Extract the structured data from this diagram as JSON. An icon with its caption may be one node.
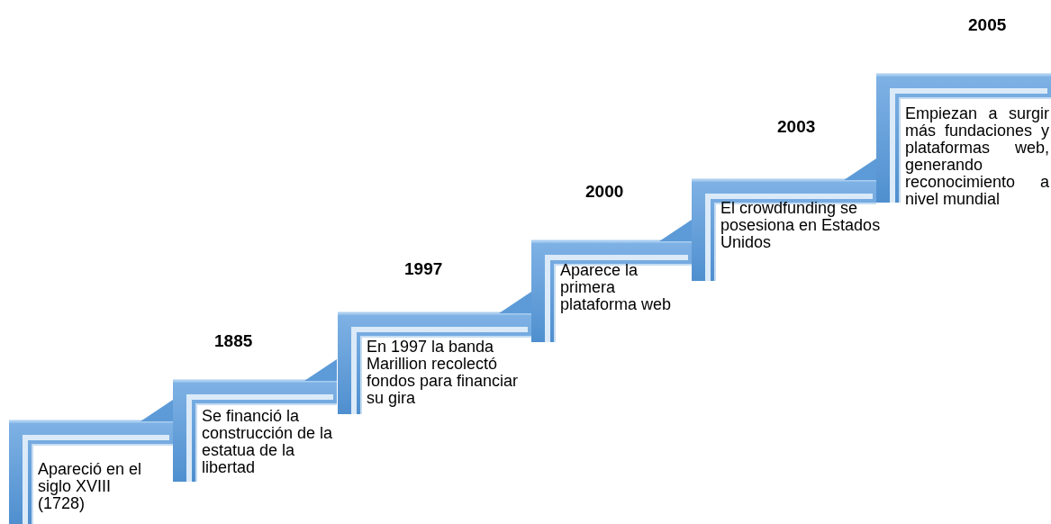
{
  "diagram": {
    "nodes": [
      {
        "text": [
          "Apareció en el siglo XVIII (1728)"
        ]
      },
      {
        "text": [
          "1885",
          "Se financió la construcción de la estatua de la libertad"
        ]
      },
      {
        "text": [
          "1997",
          "En 1997 la banda Marillion recolectó fondos para financiar su gira"
        ]
      },
      {
        "text": [
          "2000",
          "Aparece la primera plataforma web"
        ]
      },
      {
        "text": [
          "2003",
          "El crowdfunding se posesiona en Estados Unidos"
        ]
      },
      {
        "text": [
          "2005",
          "Empiezan a surgir más fundaciones y plataformas web, generando reconocimiento a nivel mundial"
        ]
      }
    ]
  }
}
